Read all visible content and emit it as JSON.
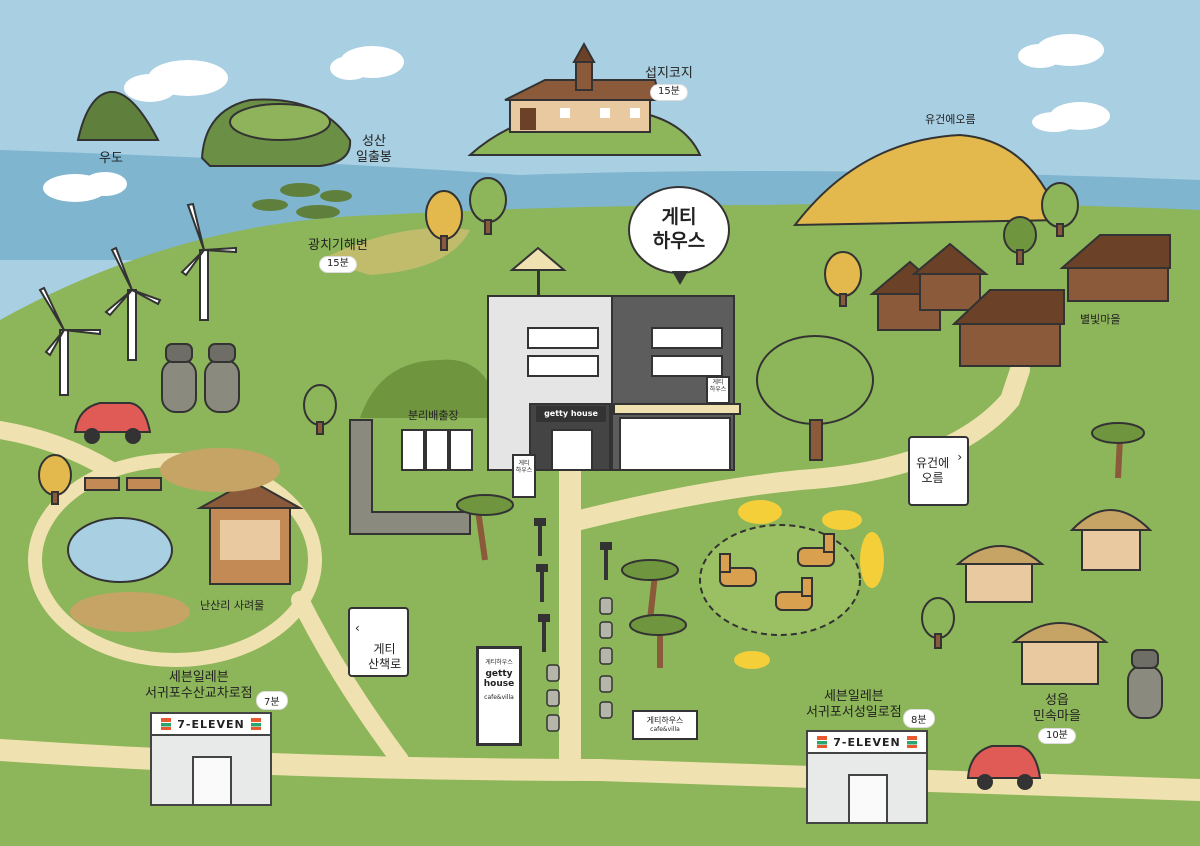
{
  "map": {
    "title_bubble": [
      "게티",
      "하우스"
    ],
    "colors": {
      "sea": "#a9cfe3",
      "grass": "#8db559",
      "path": "#efe2b0",
      "wood": "#8a5a3a",
      "hill": "#e3b84c"
    },
    "places": [
      {
        "id": "udo",
        "name": "우도"
      },
      {
        "id": "seongsan",
        "name": "성산\n일출봉"
      },
      {
        "id": "seopjikoji",
        "name": "섭지코지",
        "time": "15분"
      },
      {
        "id": "gwangchigi",
        "name": "광치기해변",
        "time": "15분"
      },
      {
        "id": "yugeone-oreum",
        "name": "유건에오름"
      },
      {
        "id": "byeolbit",
        "name": "별빛마을"
      },
      {
        "id": "recycle",
        "name": "분리배출장"
      },
      {
        "id": "nansanri",
        "name": "난산리 사려물"
      },
      {
        "id": "seongeup",
        "name": "성읍\n민속마을",
        "time": "10분"
      }
    ],
    "signs": {
      "yugeone": "유건에\n오름",
      "sanchaekro": "게티\n산책로",
      "building_name": "getty house",
      "small_board": "게티\n하우스",
      "window_board": "게티\n하우스",
      "post_small": "게티하우스",
      "post_name": "getty\nhouse",
      "post_sub": "cafe&villa",
      "low_sign_main": "게티하우스",
      "low_sign_sub": "cafe&villa"
    },
    "stores": [
      {
        "id": "store-west",
        "label": "세븐일레븐\n서귀포수산교차로점",
        "time": "7분",
        "brand": "7-ELEVEN"
      },
      {
        "id": "store-east",
        "label": "세븐일레븐\n서귀포서성일로점",
        "time": "8분",
        "brand": "7-ELEVEN"
      }
    ]
  }
}
